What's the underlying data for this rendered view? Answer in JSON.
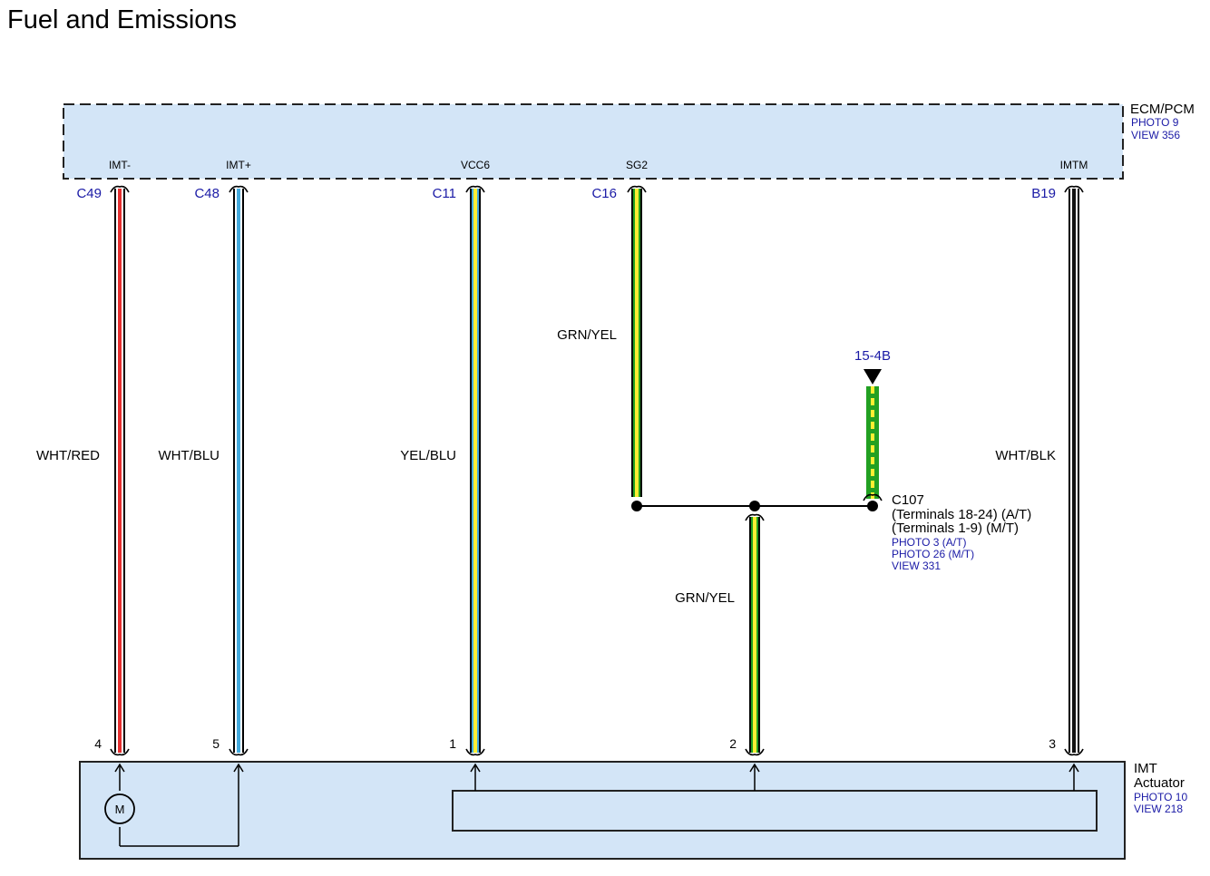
{
  "title": "Fuel and Emissions",
  "ecm": {
    "name": "ECM/PCM",
    "photo": "PHOTO 9",
    "view": "VIEW 356",
    "pins": [
      "IMT-",
      "IMT+",
      "VCC6",
      "SG2",
      "IMTM"
    ]
  },
  "connectors": {
    "c49": "C49",
    "c48": "C48",
    "c11": "C11",
    "c16": "C16",
    "b19": "B19"
  },
  "wires": {
    "w1": "WHT/RED",
    "w2": "WHT/BLU",
    "w3": "YEL/BLU",
    "w4": "GRN/YEL",
    "w5": "GRN/YEL",
    "w6": "WHT/BLK"
  },
  "offpage": "15-4B",
  "c107": {
    "name": "C107",
    "line1": "(Terminals 18-24) (A/T)",
    "line2": "(Terminals 1-9) (M/T)",
    "photo1": "PHOTO 3 (A/T)",
    "photo2": "PHOTO 26 (M/T)",
    "view": "VIEW 331"
  },
  "terminals": [
    "4",
    "5",
    "1",
    "2",
    "3"
  ],
  "actuator": {
    "name1": "IMT",
    "name2": "Actuator",
    "photo": "PHOTO 10",
    "view": "VIEW 218",
    "motor": "M"
  },
  "colors": {
    "box_fill": "#d3e5f7",
    "ref_text": "#1a1aa6",
    "red": "#e53030",
    "blue": "#44aadd",
    "yellow": "#ffee33",
    "green": "#22a022",
    "black": "#111111"
  }
}
